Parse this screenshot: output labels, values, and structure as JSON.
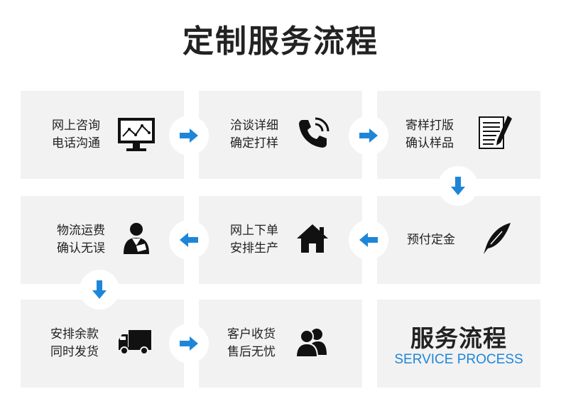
{
  "page_title": "定制服务流程",
  "steps": [
    {
      "line1": "网上咨询",
      "line2": "电话沟通",
      "icon": "monitor-chart-icon"
    },
    {
      "line1": "洽谈详细",
      "line2": "确定打样",
      "icon": "phone-icon"
    },
    {
      "line1": "寄样打版",
      "line2": "确认样品",
      "icon": "document-pen-icon"
    },
    {
      "line1": "预付定金",
      "icon": "quill-icon"
    },
    {
      "line1": "网上下单",
      "line2": "安排生产",
      "icon": "house-icon"
    },
    {
      "line1": "物流运费",
      "line2": "确认无误",
      "icon": "person-icon"
    },
    {
      "line1": "安排余款",
      "line2": "同时发货",
      "icon": "truck-icon"
    },
    {
      "line1": "客户收货",
      "line2": "售后无忧",
      "icon": "users-icon"
    }
  ],
  "final": {
    "title": "服务流程",
    "subtitle": "SERVICE PROCESS"
  },
  "colors": {
    "accent": "#1e86d8",
    "card_bg": "#f2f2f2",
    "text": "#222222"
  }
}
